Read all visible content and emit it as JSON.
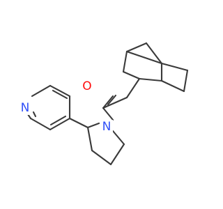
{
  "molecule": {
    "atoms": [
      {
        "id": "O1",
        "element": "O",
        "label": "O",
        "color": "#ff0d0d"
      },
      {
        "id": "N1",
        "element": "N",
        "label": "N",
        "color": "#3050f8"
      },
      {
        "id": "N2",
        "element": "N",
        "label": "N",
        "color": "#3050f8"
      }
    ],
    "bond_color": "#3a3a3a"
  }
}
